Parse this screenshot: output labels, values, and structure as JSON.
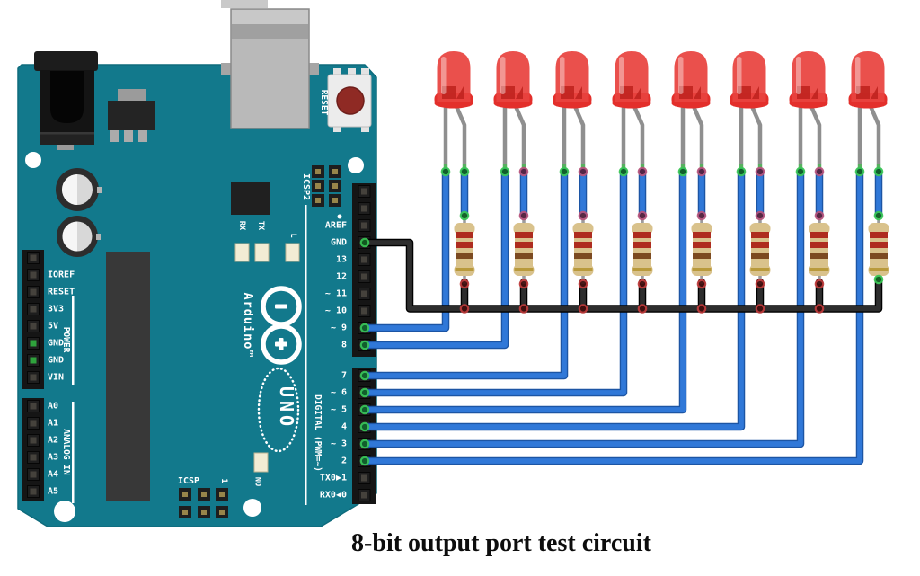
{
  "caption": "8-bit output port test circuit",
  "board": {
    "name": "Arduino UNO",
    "logo_text": "Arduino™",
    "model_text": "UNO",
    "reset_label": "RESET",
    "icsp2_label": "ICSP2",
    "icsp_label": "ICSP",
    "icsp_pin1_label": "1",
    "on_label": "ON",
    "l_label": "L",
    "tx_label": "TX",
    "rx_label": "RX",
    "digital_label": "DIGITAL (PWM=~)",
    "power_label": "POWER",
    "analog_label": "ANALOG IN",
    "right_top_pins": [
      "",
      "",
      "AREF",
      "GND",
      "13",
      "12",
      "~ 11",
      "~ 10",
      "~ 9",
      "8"
    ],
    "right_bottom_pins": [
      "7",
      "~ 6",
      "~ 5",
      "4",
      "~ 3",
      "2",
      "TX0▶1",
      "RX0◀0"
    ],
    "left_power_pins": [
      "",
      "IOREF",
      "RESET",
      "3V3",
      "5V",
      "GND",
      "GND",
      "VIN"
    ],
    "left_analog_pins": [
      "A0",
      "A1",
      "A2",
      "A3",
      "A4",
      "A5"
    ]
  },
  "circuit": {
    "led_count": 8,
    "led_color": "red",
    "resistor_count": 8,
    "resistor_bands": [
      "red",
      "red",
      "brown",
      "gold"
    ],
    "connections": [
      {
        "arduino_pin": "~ 9",
        "led": 1
      },
      {
        "arduino_pin": "8",
        "led": 2
      },
      {
        "arduino_pin": "7",
        "led": 3
      },
      {
        "arduino_pin": "~ 6",
        "led": 4
      },
      {
        "arduino_pin": "~ 5",
        "led": 5
      },
      {
        "arduino_pin": "4",
        "led": 6
      },
      {
        "arduino_pin": "~ 3",
        "led": 7
      },
      {
        "arduino_pin": "2",
        "led": 8
      },
      {
        "arduino_pin": "GND",
        "to": "resistor-ground-bus"
      }
    ],
    "colors": {
      "board_teal": "#12798c",
      "signal_wire": "#3078d8",
      "ground_wire": "#2d2d2d",
      "led_red": "#e8433e",
      "resistor_body": "#d9c28c"
    }
  }
}
